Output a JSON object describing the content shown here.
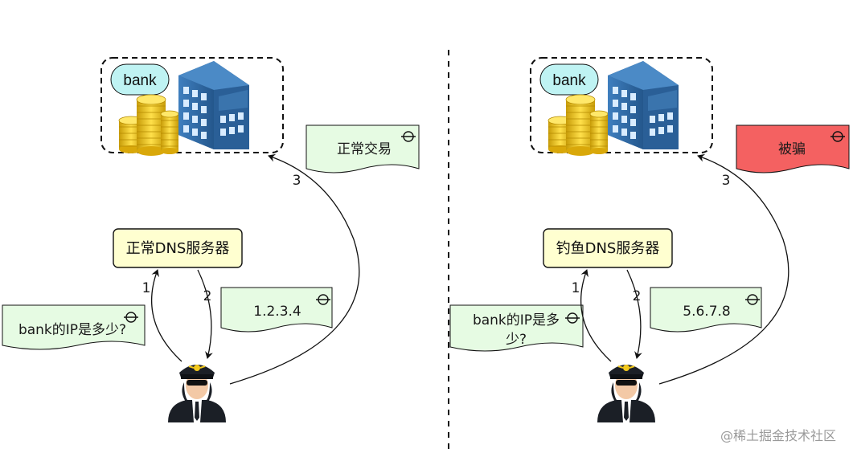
{
  "left": {
    "bank_label": "bank",
    "server_label": "正常DNS服务器",
    "question_note": "bank的IP是多少?",
    "answer_note": "1.2.3.4",
    "result_note": "正常交易",
    "arrow_labels": [
      "1",
      "2",
      "3"
    ]
  },
  "right": {
    "bank_label": "bank",
    "server_label": "钓鱼DNS服务器",
    "question_note_line1": "bank的IP是多",
    "question_note_line2": "少?",
    "answer_note": "5.6.7.8",
    "result_note": "被骗",
    "arrow_labels": [
      "1",
      "2",
      "3"
    ]
  },
  "watermark": "@稀土掘金技术社区",
  "colors": {
    "note_fill": "#e6fbe3",
    "server_fill": "#ffffd0",
    "bank_bubble": "#bff3f3",
    "danger_note": "#f46161",
    "building": "#2f6aa3",
    "coins": "#f2c81c"
  },
  "icons": [
    "building-icon",
    "coins-icon",
    "person-icon",
    "note-mark-icon"
  ]
}
